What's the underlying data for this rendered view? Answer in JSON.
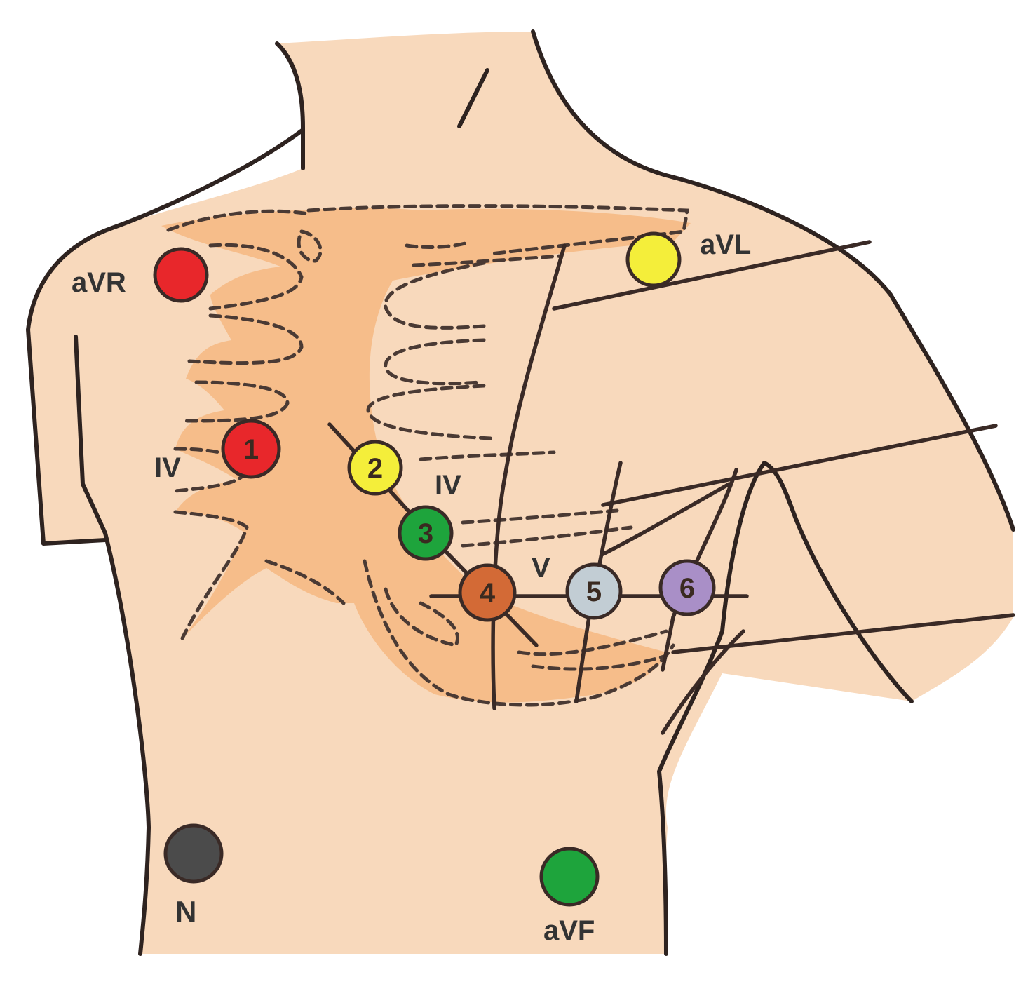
{
  "colors": {
    "skin": "#f8d9bc",
    "rib_cage": "#f6bd8a",
    "outline": "#2e2320",
    "electrode_1": "#e8272b",
    "electrode_2": "#f4ee3a",
    "electrode_3": "#1ea43c",
    "electrode_4": "#d36a36",
    "electrode_5": "#c2cdd4",
    "electrode_6": "#a98fc7",
    "electrode_avr": "#e8272b",
    "electrode_avl": "#f4ee3a",
    "electrode_n": "#4b4b4b",
    "electrode_avf": "#1ea43c"
  },
  "labels": {
    "avr": "aVR",
    "avl": "aVL",
    "n": "N",
    "avf": "aVF",
    "iv_right": "IV",
    "iv_left": "IV",
    "v_space": "V"
  },
  "electrodes": {
    "v1": "1",
    "v2": "2",
    "v3": "3",
    "v4": "4",
    "v5": "5",
    "v6": "6"
  }
}
